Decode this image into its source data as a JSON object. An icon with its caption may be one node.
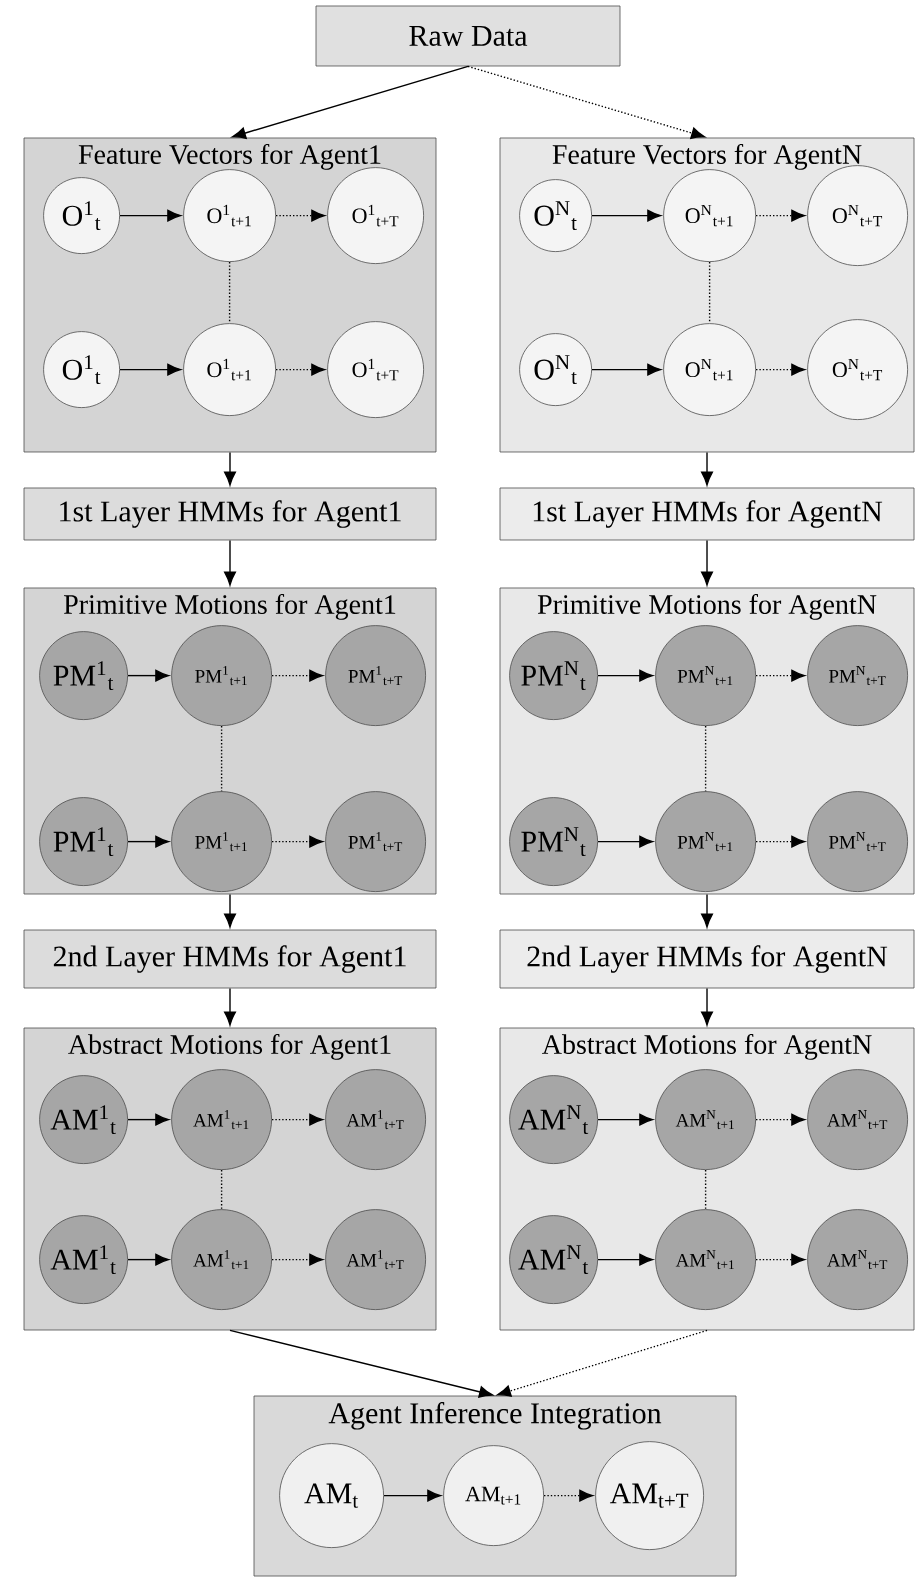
{
  "diagram": {
    "nodes": [
      {
        "text": [
          "Raw Data"
        ]
      },
      {
        "text": [
          "Feature Vectors for Agent1"
        ]
      },
      {
        "text": [
          "O$^{1}$$_{t}$"
        ],
        "in": 1
      },
      {
        "text": [
          "O$^{1}$$_{t+1}$"
        ],
        "in": 1
      },
      {
        "text": [
          "O$^{1}$$_{t+T}$"
        ],
        "in": 1
      },
      {
        "text": [
          "O$^{1}$$_{t}$"
        ],
        "in": 1
      },
      {
        "text": [
          "O$^{1}$$_{t+1}$"
        ],
        "in": 1
      },
      {
        "text": [
          "O$^{1}$$_{t+T}$"
        ],
        "in": 1
      },
      {
        "text": [
          "Feature Vectors for AgentN"
        ]
      },
      {
        "text": [
          "O$^{N}$$_{t}$"
        ],
        "in": 8
      },
      {
        "text": [
          "O$^{N}$$_{t+1}$"
        ],
        "in": 8
      },
      {
        "text": [
          "O$^{N}$$_{t+T}$"
        ],
        "in": 8
      },
      {
        "text": [
          "O$^{N}$$_{t}$"
        ],
        "in": 8
      },
      {
        "text": [
          "O$^{N}$$_{t+1}$"
        ],
        "in": 8
      },
      {
        "text": [
          "O$^{N}$$_{t+T}$"
        ],
        "in": 8
      },
      {
        "text": [
          "1st Layer HMMs for Agent1"
        ]
      },
      {
        "text": [
          "1st Layer HMMs for AgentN"
        ]
      },
      {
        "text": [
          "Primitive Motions for Agent1"
        ]
      },
      {
        "text": [
          "PM$^{1}$$_{t}$"
        ],
        "in": 17
      },
      {
        "text": [
          "PM$^{1}$$_{t+1}$"
        ],
        "in": 17
      },
      {
        "text": [
          "PM$^{1}$$_{t+T}$"
        ],
        "in": 17
      },
      {
        "text": [
          "PM$^{1}$$_{t}$"
        ],
        "in": 17
      },
      {
        "text": [
          "PM$^{1}$$_{t+1}$"
        ],
        "in": 17
      },
      {
        "text": [
          "PM$^{1}$$_{t+T}$"
        ],
        "in": 17
      },
      {
        "text": [
          "Primitive Motions for AgentN"
        ]
      },
      {
        "text": [
          "PM$^{N}$$_{t}$"
        ],
        "in": 24
      },
      {
        "text": [
          "PM$^{N}$$_{t+1}$"
        ],
        "in": 24
      },
      {
        "text": [
          "PM$^{N}$$_{t+T}$"
        ],
        "in": 24
      },
      {
        "text": [
          "PM$^{N}$$_{t}$"
        ],
        "in": 24
      },
      {
        "text": [
          "PM$^{N}$$_{t+1}$"
        ],
        "in": 24
      },
      {
        "text": [
          "PM$^{N}$$_{t+T}$"
        ],
        "in": 24
      },
      {
        "text": [
          "2nd Layer HMMs for Agent1"
        ]
      },
      {
        "text": [
          "2nd Layer HMMs for AgentN"
        ]
      },
      {
        "text": [
          "Abstract Motions for Agent1"
        ]
      },
      {
        "text": [
          "AM$^{1}$$_{t}$"
        ],
        "in": 33
      },
      {
        "text": [
          "AM$^{1}$$_{t+1}$"
        ],
        "in": 33
      },
      {
        "text": [
          "AM$^{1}$$_{t+T}$"
        ],
        "in": 33
      },
      {
        "text": [
          "AM$^{1}$$_{t}$"
        ],
        "in": 33
      },
      {
        "text": [
          "AM$^{1}$$_{t+1}$"
        ],
        "in": 33
      },
      {
        "text": [
          "AM$^{1}$$_{t+T}$"
        ],
        "in": 33
      },
      {
        "text": [
          "Abstract Motions for AgentN"
        ]
      },
      {
        "text": [
          "AM$^{N}$$_{t}$"
        ],
        "in": 40
      },
      {
        "text": [
          "AM$^{N}$$_{t+1}$"
        ],
        "in": 40
      },
      {
        "text": [
          "AM$^{N}$$_{t+T}$"
        ],
        "in": 40
      },
      {
        "text": [
          "AM$^{N}$$_{t}$"
        ],
        "in": 40
      },
      {
        "text": [
          "AM$^{N}$$_{t+1}$"
        ],
        "in": 40
      },
      {
        "text": [
          "AM$^{N}$$_{t+T}$"
        ],
        "in": 40
      },
      {
        "text": [
          "Agent Inference Integration"
        ]
      },
      {
        "text": [
          "AM$_{t}$"
        ],
        "in": 47
      },
      {
        "text": [
          "AM$_{t+1}$"
        ],
        "in": 47
      },
      {
        "text": [
          "AM$_{t+T}$"
        ],
        "in": 47
      }
    ],
    "edges": [
      {
        "from": 0,
        "to": 1,
        "arrow": "to"
      },
      {
        "from": 0,
        "to": 8,
        "arrow": "to",
        "style": "dashed"
      },
      {
        "from": 2,
        "to": 3,
        "arrow": "to"
      },
      {
        "from": 3,
        "to": 4,
        "arrow": "to",
        "style": "dashed"
      },
      {
        "from": 3,
        "to": 6,
        "arrow": "none",
        "style": "dashed"
      },
      {
        "from": 5,
        "to": 6,
        "arrow": "to"
      },
      {
        "from": 6,
        "to": 7,
        "arrow": "to",
        "style": "dashed"
      },
      {
        "from": 9,
        "to": 10,
        "arrow": "to"
      },
      {
        "from": 10,
        "to": 11,
        "arrow": "to",
        "style": "dashed"
      },
      {
        "from": 10,
        "to": 13,
        "arrow": "none",
        "style": "dashed"
      },
      {
        "from": 12,
        "to": 13,
        "arrow": "to"
      },
      {
        "from": 13,
        "to": 14,
        "arrow": "to",
        "style": "dashed"
      },
      {
        "from": 1,
        "to": 15,
        "arrow": "to"
      },
      {
        "from": 8,
        "to": 16,
        "arrow": "to"
      },
      {
        "from": 15,
        "to": 17,
        "arrow": "to"
      },
      {
        "from": 16,
        "to": 24,
        "arrow": "to"
      },
      {
        "from": 18,
        "to": 19,
        "arrow": "to"
      },
      {
        "from": 19,
        "to": 20,
        "arrow": "to",
        "style": "dashed"
      },
      {
        "from": 19,
        "to": 22,
        "arrow": "none",
        "style": "dashed"
      },
      {
        "from": 21,
        "to": 22,
        "arrow": "to"
      },
      {
        "from": 22,
        "to": 23,
        "arrow": "to",
        "style": "dashed"
      },
      {
        "from": 25,
        "to": 26,
        "arrow": "to"
      },
      {
        "from": 26,
        "to": 27,
        "arrow": "to",
        "style": "dashed"
      },
      {
        "from": 26,
        "to": 29,
        "arrow": "none",
        "style": "dashed"
      },
      {
        "from": 28,
        "to": 29,
        "arrow": "to"
      },
      {
        "from": 29,
        "to": 30,
        "arrow": "to",
        "style": "dashed"
      },
      {
        "from": 17,
        "to": 31,
        "arrow": "to"
      },
      {
        "from": 24,
        "to": 32,
        "arrow": "to"
      },
      {
        "from": 31,
        "to": 33,
        "arrow": "to"
      },
      {
        "from": 32,
        "to": 40,
        "arrow": "to"
      },
      {
        "from": 34,
        "to": 35,
        "arrow": "to"
      },
      {
        "from": 35,
        "to": 36,
        "arrow": "to",
        "style": "dashed"
      },
      {
        "from": 35,
        "to": 38,
        "arrow": "none",
        "style": "dashed"
      },
      {
        "from": 37,
        "to": 38,
        "arrow": "to"
      },
      {
        "from": 38,
        "to": 39,
        "arrow": "to",
        "style": "dashed"
      },
      {
        "from": 41,
        "to": 42,
        "arrow": "to"
      },
      {
        "from": 42,
        "to": 43,
        "arrow": "to",
        "style": "dashed"
      },
      {
        "from": 42,
        "to": 45,
        "arrow": "none",
        "style": "dashed"
      },
      {
        "from": 44,
        "to": 45,
        "arrow": "to"
      },
      {
        "from": 45,
        "to": 46,
        "arrow": "to",
        "style": "dashed"
      },
      {
        "from": 33,
        "to": 47,
        "arrow": "to"
      },
      {
        "from": 40,
        "to": 47,
        "arrow": "to",
        "style": "dashed"
      },
      {
        "from": 48,
        "to": 49,
        "arrow": "to"
      },
      {
        "from": 49,
        "to": 50,
        "arrow": "to",
        "style": "dashed"
      }
    ]
  }
}
